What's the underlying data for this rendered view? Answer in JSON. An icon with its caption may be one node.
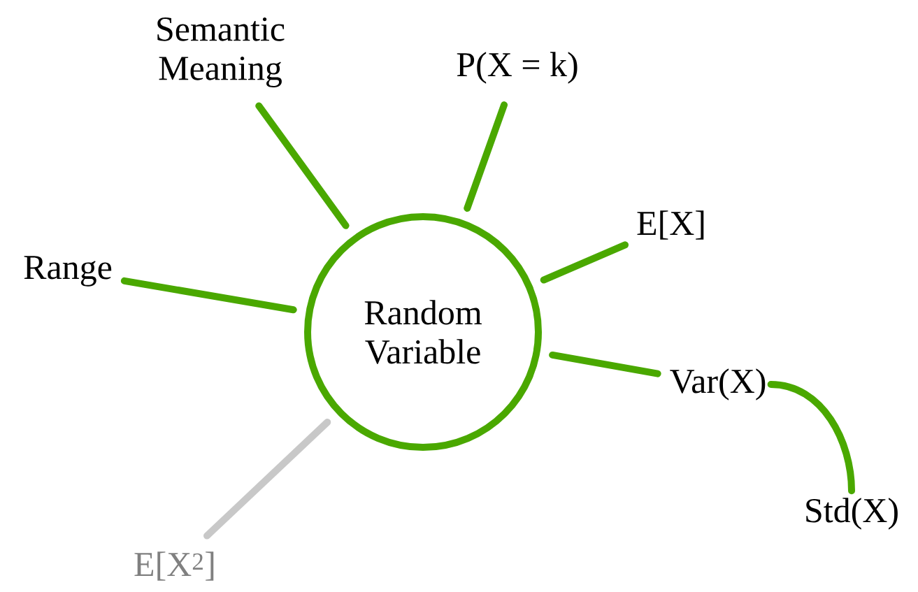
{
  "diagram": {
    "nodes": [
      {
        "text": [
          "Random Variable"
        ]
      },
      {
        "text": [
          "Semantic Meaning"
        ]
      },
      {
        "text": [
          "P(X = k)"
        ]
      },
      {
        "text": [
          "E[X]"
        ]
      },
      {
        "text": [
          "Range"
        ]
      },
      {
        "text": [
          "Var(X)"
        ]
      },
      {
        "text": [
          "Std(X)"
        ]
      },
      {
        "text": [
          "E[X$^{2}$]"
        ]
      }
    ],
    "edges": [
      {
        "from": 0,
        "to": 1,
        "arrow": "none"
      },
      {
        "from": 0,
        "to": 2,
        "arrow": "none"
      },
      {
        "from": 0,
        "to": 3,
        "arrow": "none"
      },
      {
        "from": 0,
        "to": 4,
        "arrow": "none"
      },
      {
        "from": 0,
        "to": 5,
        "arrow": "none"
      },
      {
        "from": 5,
        "to": 6,
        "arrow": "none"
      },
      {
        "from": 0,
        "to": 7,
        "arrow": "none",
        "color": "#c8c8c8"
      }
    ]
  }
}
